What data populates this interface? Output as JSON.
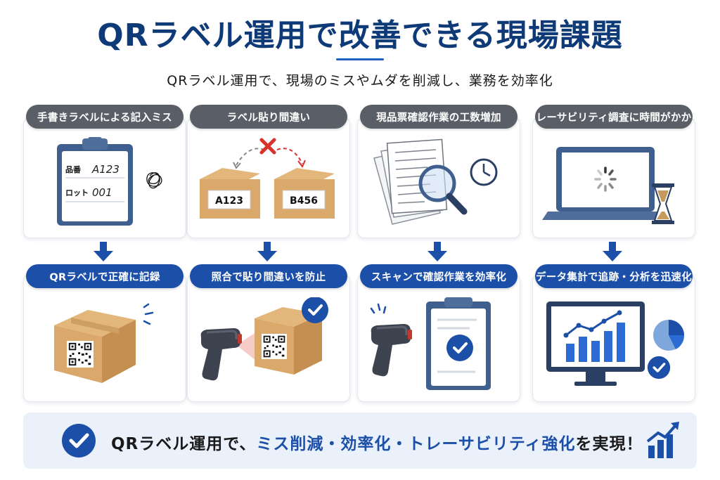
{
  "header": {
    "title": "QRラベル運用で改善できる現場課題",
    "subtitle": "QRラベル運用で、現場のミスやムダを削減し、業務を効率化"
  },
  "columns": [
    {
      "problem": "手書きラベルによる記入ミス",
      "solution": "QRラベルで正確に記録",
      "clipboard_rows": [
        {
          "label": "品番",
          "value": "A123"
        },
        {
          "label": "ロット",
          "value": "001"
        }
      ]
    },
    {
      "problem": "ラベル貼り間違い",
      "solution": "照合で貼り間違いを防止",
      "boxes": [
        "A123",
        "B456"
      ]
    },
    {
      "problem": "現品票確認作業の工数増加",
      "solution": "スキャンで確認作業を効率化"
    },
    {
      "problem": "トレーサビリティ調査に時間がかかる",
      "solution": "データ集計で追跡・分析を迅速化"
    }
  ],
  "banner": {
    "prefix": "QRラベル運用で、",
    "highlight": "ミス削減・効率化・トレーサビリティ強化",
    "suffix": "を実現！"
  },
  "colors": {
    "navy": "#0f3a78",
    "accent_blue": "#1c4fa8",
    "pill_gray": "#5a5e66",
    "cardboard": "#d9a86a",
    "error_red": "#d9312c"
  },
  "icons": [
    "clipboard-icon",
    "scribble-icon",
    "box-icon",
    "cross-icon",
    "document-stack-icon",
    "magnifier-icon",
    "clock-icon",
    "laptop-icon",
    "loading-spinner-icon",
    "hourglass-icon",
    "qr-code-icon",
    "scanner-icon",
    "check-badge-icon",
    "monitor-chart-icon",
    "pie-chart-icon",
    "growth-chart-icon"
  ]
}
